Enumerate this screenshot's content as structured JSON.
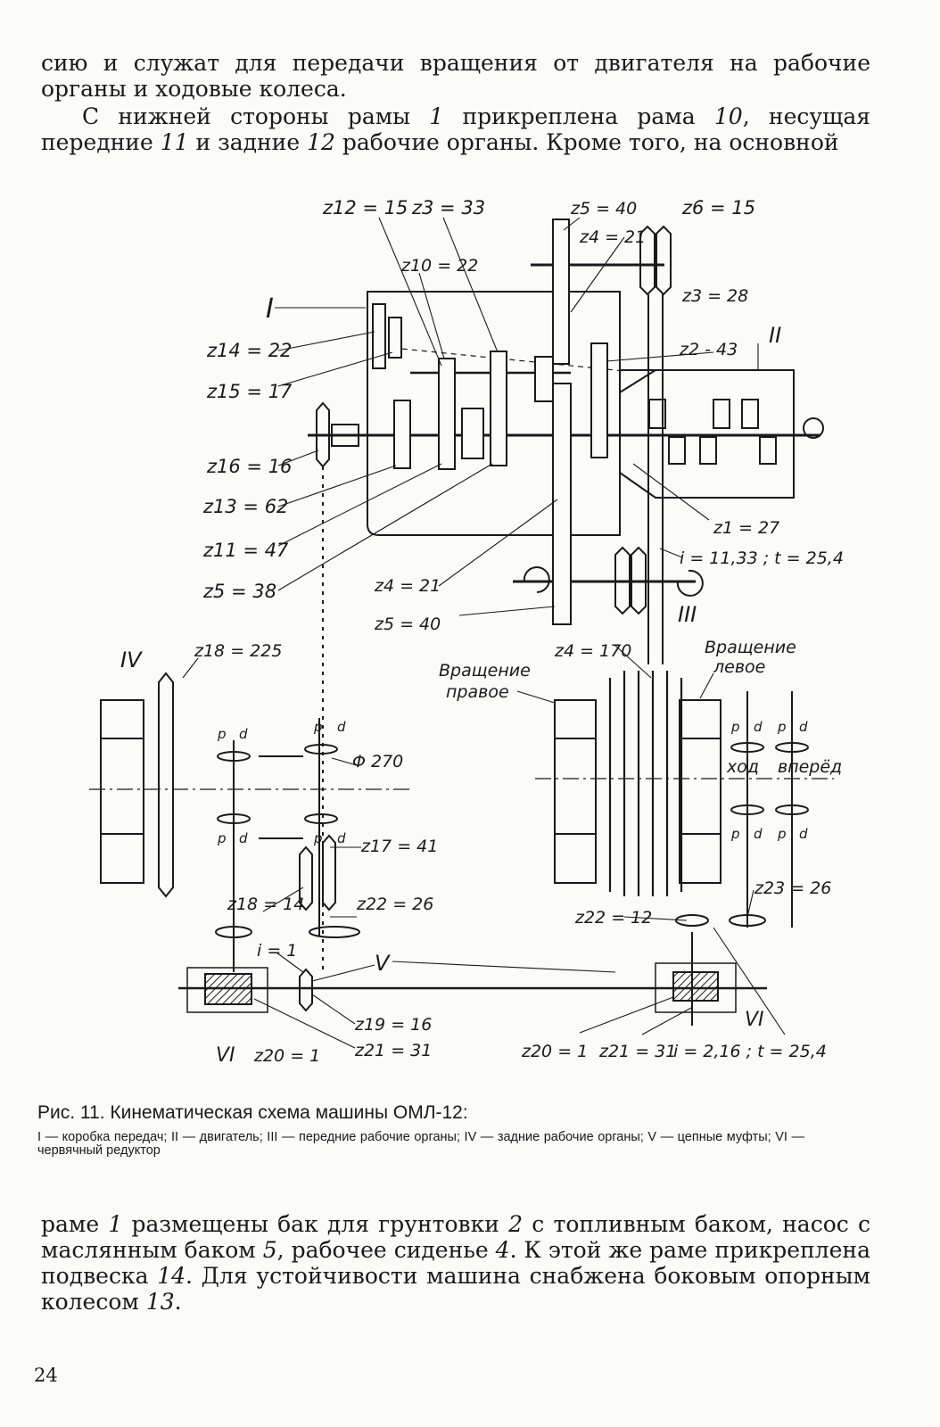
{
  "text": {
    "p1": "сию и служат для передачи вращения от двигателя на рабочие органы и ходовые колеса.",
    "p2": [
      "С нижней стороны рамы ",
      "1",
      " прикреплена рама ",
      "10",
      ", несущая передние ",
      "11",
      " и задние ",
      "12",
      " рабочие органы. Кроме того, на основной"
    ],
    "p3": [
      "раме ",
      "1",
      " размещены бак для грунтовки ",
      "2",
      " с топливным баком, насос с маслянным баком ",
      "5",
      ", рабочее сиденье ",
      "4",
      ". К этой же раме прикреплена подвеска ",
      "14",
      ". Для устойчивости машина снабжена боковым опорным колесом ",
      "13",
      "."
    ]
  },
  "figure": {
    "labels": {
      "z12": "z12 = 15",
      "z3top": "z3 = 33",
      "z5top": "z5 = 40",
      "z6": "z6 = 15",
      "z4top": "z4 = 21",
      "z10": "z10 = 22",
      "z3b": "z3 = 28",
      "z2": "z2 - 43",
      "roman1": "I",
      "roman2": "II",
      "roman3": "III",
      "roman4": "IV",
      "roman5": "V",
      "roman6a": "VI",
      "roman6b": "VI",
      "z14": "z14 = 22",
      "z15": "z15 = 17",
      "z16": "z16 = 16",
      "z13": "z13 = 62",
      "z11": "z11 = 47",
      "z5mid": "z5 = 38",
      "z1": "z1 = 27",
      "ratio1": "i = 11,33 ; t = 25,4",
      "z4mid": "z4 = 21",
      "z5low": "z5 = 40",
      "z4big": "z4 = 170",
      "rotR1": "Вращение",
      "rotR2": "правое",
      "rotL1": "Вращение",
      "rotL2": "левое",
      "z18big": "z18 = 225",
      "phi": "Φ 270",
      "hod": "ход",
      "vper": "вперёд",
      "z17": "z17 = 41",
      "z18": "z18 = 14",
      "z22a": "z22 = 26",
      "z23": "z23 = 26",
      "z22b": "z22 = 12",
      "i1": "i = 1",
      "z19": "z19 = 16",
      "z21a": "z21 = 31",
      "z20a": "z20 = 1",
      "z20b": "z20 = 1",
      "z21b": "z21 = 31",
      "ratio2": "i = 2,16 ; t = 25,4",
      "p": "p",
      "d": "d"
    }
  },
  "caption": {
    "title": "Рис. 11. Кинематическая схема машины ОМЛ-12:",
    "legend": "I — коробка передач; II — двигатель; III — передние рабочие органы; IV — задние рабочие органы; V — цепные муфты; VI — червячный редуктор"
  },
  "page_number": "24"
}
